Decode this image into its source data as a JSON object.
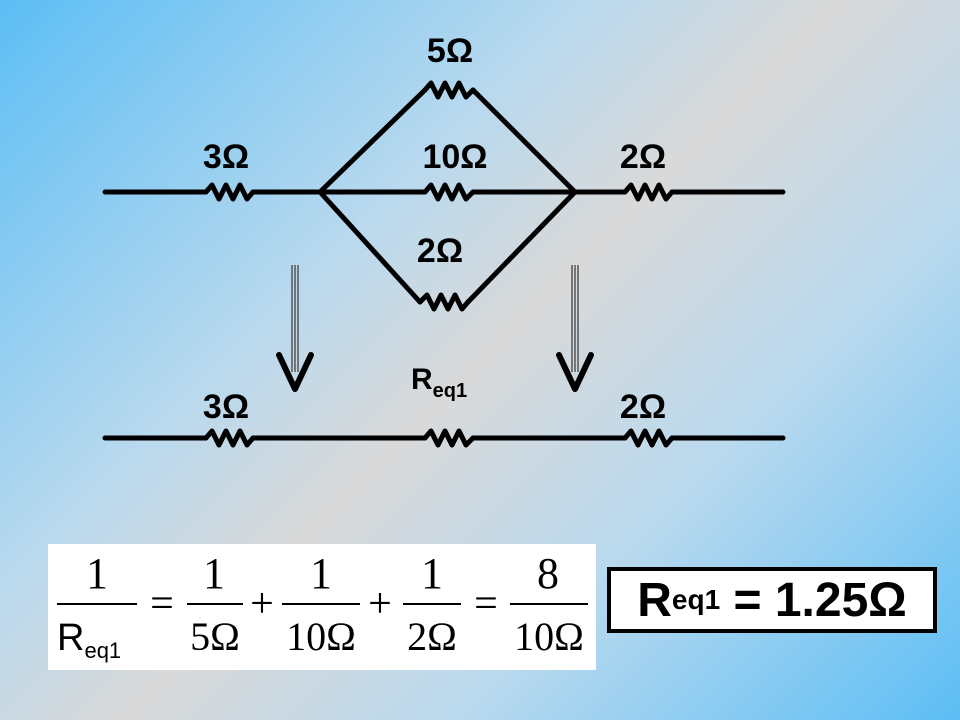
{
  "circuit_top": {
    "left_resistor": "3Ω",
    "parallel_top": "5Ω",
    "parallel_middle": "10Ω",
    "parallel_bottom": "2Ω",
    "right_resistor": "2Ω"
  },
  "circuit_bottom": {
    "left_resistor": "3Ω",
    "equivalent_main": "R",
    "equivalent_sub": "eq1",
    "right_resistor": "2Ω"
  },
  "equation": {
    "one": "1",
    "R": "R",
    "sub": "eq1",
    "eq": "=",
    "plus": "+",
    "d1": "5Ω",
    "d2": "10Ω",
    "d3": "2Ω",
    "num_result": "8",
    "den_result": "10Ω"
  },
  "result": {
    "main": "R",
    "sub": "eq1",
    "value": " = 1.25Ω"
  }
}
